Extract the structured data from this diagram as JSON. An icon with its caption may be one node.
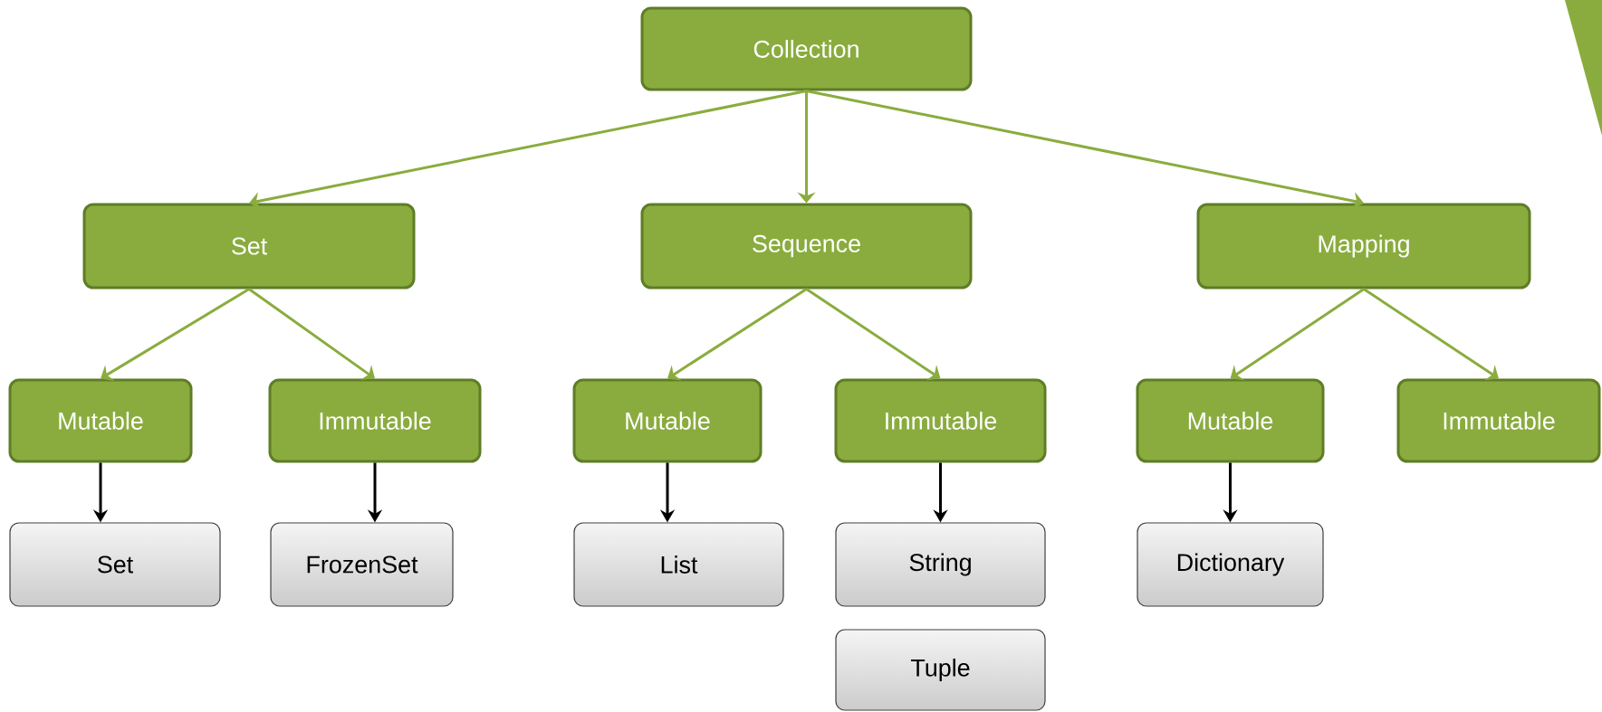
{
  "diagram": {
    "nodes": [
      {
        "text": [
          "Collection"
        ]
      },
      {
        "text": [
          "Set"
        ]
      },
      {
        "text": [
          "Sequence"
        ]
      },
      {
        "text": [
          "Mapping"
        ]
      },
      {
        "text": [
          "Mutable"
        ]
      },
      {
        "text": [
          "Immutable"
        ]
      },
      {
        "text": [
          "Mutable"
        ]
      },
      {
        "text": [
          "Immutable"
        ]
      },
      {
        "text": [
          "Mutable"
        ]
      },
      {
        "text": [
          "Immutable"
        ]
      },
      {
        "text": [
          "Set"
        ]
      },
      {
        "text": [
          "FrozenSet"
        ]
      },
      {
        "text": [
          "List"
        ]
      },
      {
        "text": [
          "String"
        ]
      },
      {
        "text": [
          "Tuple"
        ]
      },
      {
        "text": [
          "Dictionary"
        ]
      }
    ],
    "edges": [
      {
        "from": 0,
        "to": 1,
        "arrow": "to"
      },
      {
        "from": 0,
        "to": 2,
        "arrow": "to"
      },
      {
        "from": 0,
        "to": 3,
        "arrow": "to"
      },
      {
        "from": 1,
        "to": 4,
        "arrow": "to"
      },
      {
        "from": 1,
        "to": 5,
        "arrow": "to"
      },
      {
        "from": 2,
        "to": 6,
        "arrow": "to"
      },
      {
        "from": 2,
        "to": 7,
        "arrow": "to"
      },
      {
        "from": 3,
        "to": 8,
        "arrow": "to"
      },
      {
        "from": 3,
        "to": 9,
        "arrow": "to"
      },
      {
        "from": 4,
        "to": 10,
        "arrow": "to",
        "color": "#000000"
      },
      {
        "from": 5,
        "to": 11,
        "arrow": "to",
        "color": "#000000"
      },
      {
        "from": 6,
        "to": 12,
        "arrow": "to",
        "color": "#000000"
      },
      {
        "from": 7,
        "to": 13,
        "arrow": "to",
        "color": "#000000"
      },
      {
        "from": 8,
        "to": 15,
        "arrow": "to",
        "color": "#000000"
      }
    ]
  }
}
